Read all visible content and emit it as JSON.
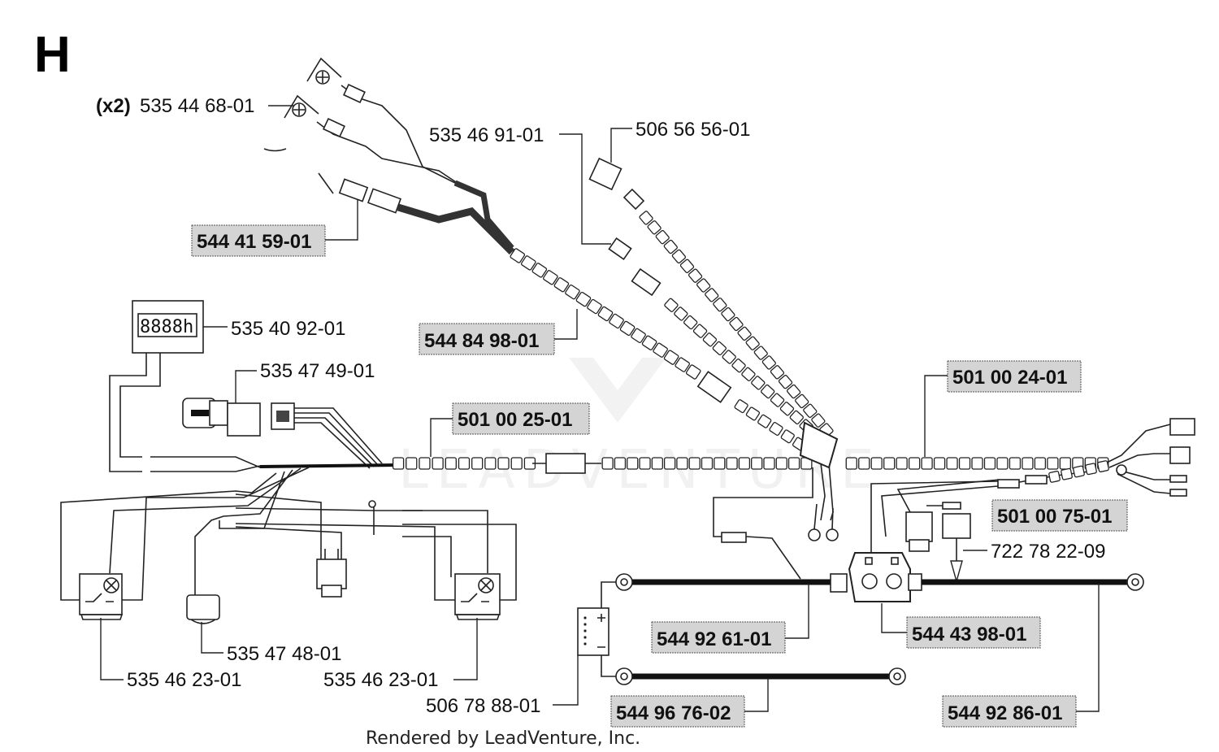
{
  "section_letter": "H",
  "footer": "Rendered by LeadVenture, Inc.",
  "watermark": "LEADVENTURE",
  "parts": {
    "lamp_qty": "(x2)",
    "lamp": "535 44 68-01",
    "harness_connector": "544 41 59-01",
    "hour_meter": "535 40 92-01",
    "ignition_switch": "535 47 49-01",
    "harness_upper": "544 84 98-01",
    "wire_535_46_91": "535 46 91-01",
    "relay_506_56_56": "506 56 56-01",
    "harness_main_left": "501 00 25-01",
    "harness_main_right": "501 00 24-01",
    "relay_501_00_75": "501 00 75-01",
    "fuse_722_78_22": "722 78 22-09",
    "cable_544_92_61": "544 92 61-01",
    "solenoid_544_43_98": "544 43 98-01",
    "switch_left": "535 46 23-01",
    "switch_right": "535 46 23-01",
    "seat_switch": "535 47 48-01",
    "battery": "506 78 88-01",
    "cable_544_96_76": "544 96 76-02",
    "cable_544_92_86": "544 92 86-01"
  },
  "hour_meter_display": "8888h"
}
